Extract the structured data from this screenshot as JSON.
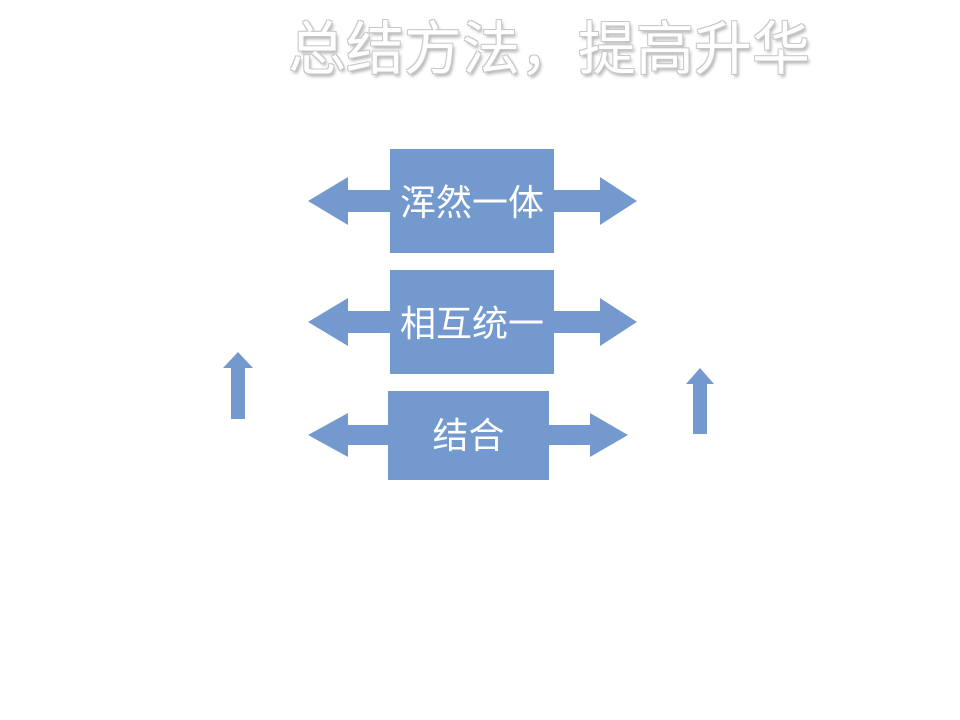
{
  "title": "总结方法，提高升华",
  "colors": {
    "shape_fill": "#7399cf",
    "text": "#ffffff"
  },
  "levels": [
    {
      "label": "浑然一体"
    },
    {
      "label": "相互统一"
    },
    {
      "label": "结合"
    }
  ]
}
